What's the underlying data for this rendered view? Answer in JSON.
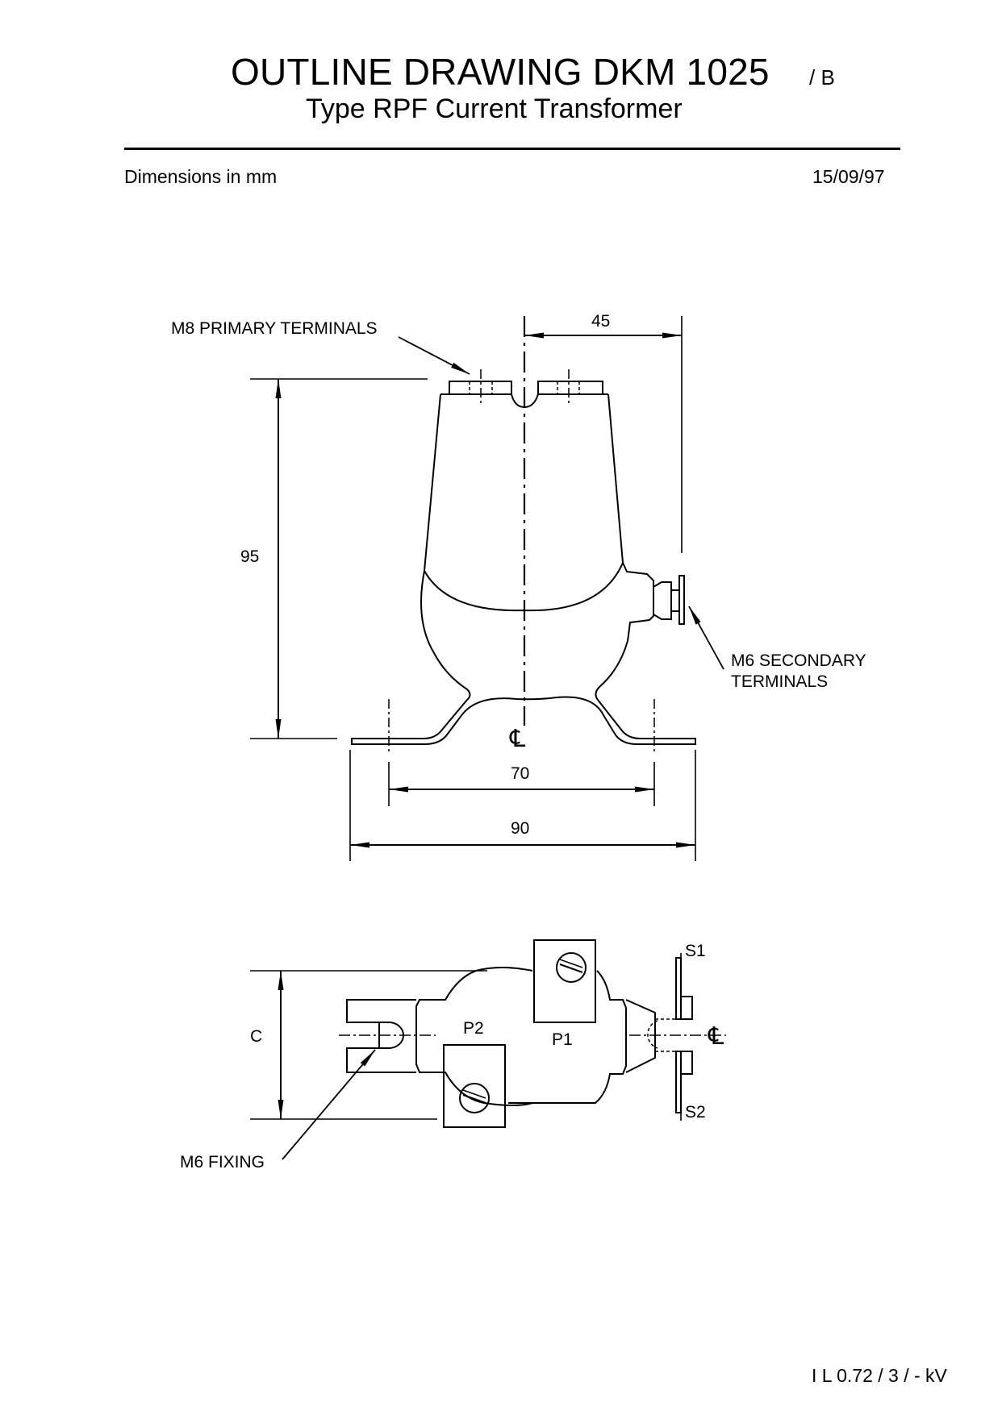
{
  "header": {
    "title": "OUTLINE DRAWING DKM 1025",
    "revision": "/ B",
    "subtitle": "Type RPF Current Transformer",
    "units_note": "Dimensions in mm",
    "date": "15/09/97"
  },
  "front_view": {
    "labels": {
      "primary_terminals": "M8 PRIMARY TERMINALS",
      "secondary_terminals_line1": "M6 SECONDARY",
      "secondary_terminals_line2": "TERMINALS",
      "centerline": "℄"
    },
    "dimensions": {
      "half_width": "45",
      "height": "95",
      "fixing_centres": "70",
      "base_width": "90"
    }
  },
  "plan_view": {
    "labels": {
      "dim_c": "C",
      "p1": "P1",
      "p2": "P2",
      "s1": "S1",
      "s2": "S2",
      "fixing": "M6 FIXING",
      "centerline": "℄"
    }
  },
  "footer": {
    "code": "I L 0.72 / 3 / - kV"
  },
  "colors": {
    "ink": "#000000",
    "paper": "#ffffff"
  }
}
